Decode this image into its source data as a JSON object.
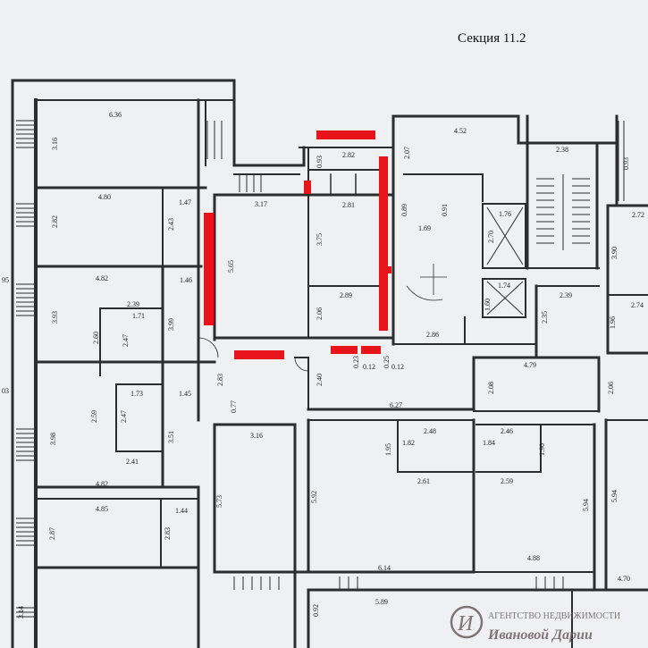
{
  "title": "Секция 11.2",
  "colors": {
    "highlight": "#e8141c",
    "walls": "#2d2d2d",
    "paper": "#eef0f2",
    "watermark": "#6d5f5f"
  },
  "dimensions": {
    "d636": "6.36",
    "d316a": "3.16",
    "d480": "4.80",
    "d282a": "2.82",
    "d243": "2.43",
    "d147": "1.47",
    "d317": "3.17",
    "d565": "5.65",
    "d282b": "2.82",
    "d281": "2.81",
    "d093a": "0.93",
    "d375": "3.75",
    "d289": "2.89",
    "d206a": "2.06",
    "d452": "4.52",
    "d207": "2.07",
    "d238": "2.38",
    "d093b": "0.93",
    "d272": "2.72",
    "d390": "3.90",
    "d274": "2.74",
    "d089": "0.89",
    "d091": "0.91",
    "d169": "1.69",
    "d176": "1.76",
    "d270": "2.70",
    "d174": "1.74",
    "d160": "1.60",
    "d239b": "2.39",
    "d235": "2.35",
    "d196": "1.96",
    "d286": "2.86",
    "d482a": "4.82",
    "d146": "1.46",
    "d239a": "2.39",
    "d171": "1.71",
    "d393": "3.93",
    "d260": "2.60",
    "d247a": "2.47",
    "d399": "3.99",
    "d095": "95",
    "d023": "0.23",
    "d012a": "0.12",
    "d025": "0.25",
    "d012b": "0.12",
    "d283a": "2.83",
    "d240": "2.40",
    "d077": "0.77",
    "d173": "1.73",
    "d145": "1.45",
    "d259a": "2.59",
    "d247b": "2.47",
    "d398": "3.98",
    "d351": "3.51",
    "d241": "2.41",
    "d482b": "4.82",
    "d03": "03",
    "d479": "4.79",
    "d208": "2.08",
    "d206b": "2.06",
    "d627": "6.27",
    "d316b": "3.16",
    "d195": "1.95",
    "d182": "1.82",
    "d248": "2.48",
    "d184": "1.84",
    "d246": "2.46",
    "d190": "1.90",
    "d261": "2.61",
    "d259b": "2.59",
    "d573": "5.73",
    "d592": "5.92",
    "d594a": "5.94",
    "d594b": "5.94",
    "d485": "4.85",
    "d144": "1.44",
    "d287": "2.87",
    "d283b": "2.83",
    "d614": "6.14",
    "d488": "4.88",
    "d470": "4.70",
    "d092": "0.92",
    "d589": "5.89",
    "d314": "3.14"
  },
  "watermark": {
    "logo_letter": "И",
    "line1": "АГЕНТСТВО НЕДВИЖИМОСТИ",
    "line2": "Ивановой Дарии"
  }
}
